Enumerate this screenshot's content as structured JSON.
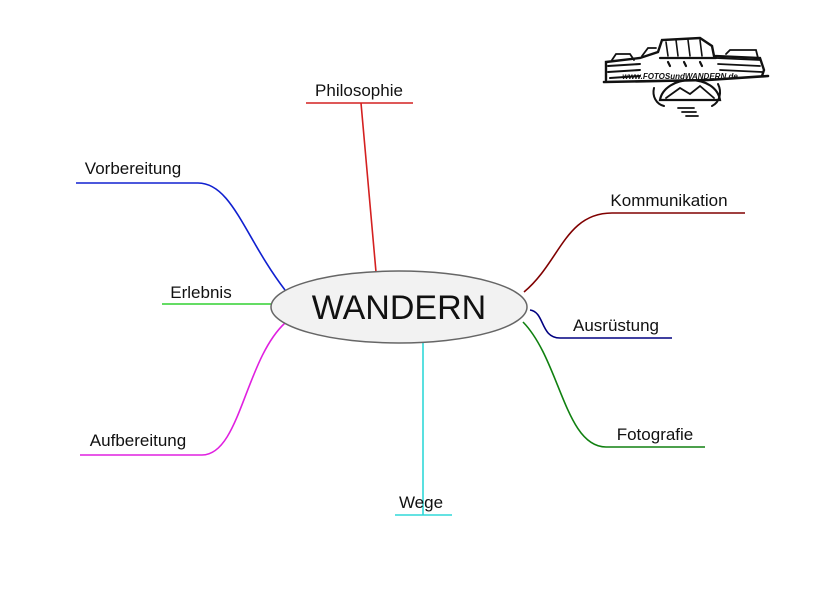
{
  "mindmap": {
    "center": {
      "label": "WANDERN"
    },
    "branches": [
      {
        "id": "philosophie",
        "label": "Philosophie",
        "color": "#d42020"
      },
      {
        "id": "vorbereitung",
        "label": "Vorbereitung",
        "color": "#1020d0"
      },
      {
        "id": "erlebnis",
        "label": "Erlebnis",
        "color": "#30d030"
      },
      {
        "id": "aufbereitung",
        "label": "Aufbereitung",
        "color": "#e020e0"
      },
      {
        "id": "wege",
        "label": "Wege",
        "color": "#30d8d8"
      },
      {
        "id": "kommunikation",
        "label": "Kommunikation",
        "color": "#800000"
      },
      {
        "id": "ausruestung",
        "label": "Ausrüstung",
        "color": "#000080"
      },
      {
        "id": "fotografie",
        "label": "Fotografie",
        "color": "#108010"
      }
    ]
  },
  "logo": {
    "text": "www.FOTOSundWANDERN.de"
  }
}
